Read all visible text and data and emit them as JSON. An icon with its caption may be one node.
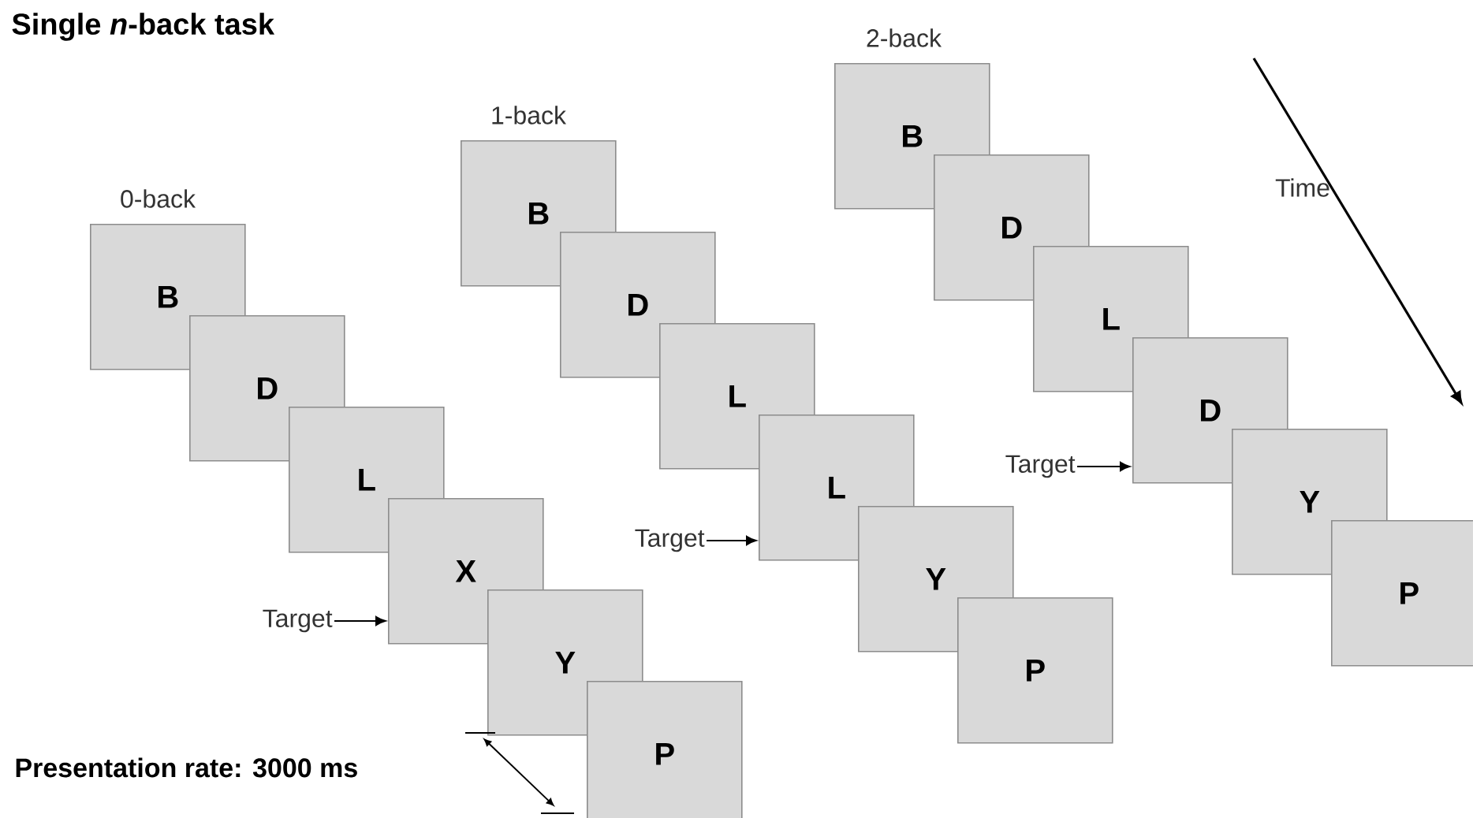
{
  "diagram": {
    "title": "Single *n*-back task",
    "nodes": [
      {
        "text": [
          "B"
        ]
      },
      {
        "text": [
          "D"
        ]
      },
      {
        "text": [
          "L"
        ]
      },
      {
        "text": [
          "X"
        ]
      },
      {
        "text": [
          "Y"
        ]
      },
      {
        "text": [
          "P"
        ]
      },
      {
        "text": [
          "B"
        ]
      },
      {
        "text": [
          "D"
        ]
      },
      {
        "text": [
          "L"
        ]
      },
      {
        "text": [
          "L"
        ]
      },
      {
        "text": [
          "Y"
        ]
      },
      {
        "text": [
          "P"
        ]
      },
      {
        "text": [
          "B"
        ]
      },
      {
        "text": [
          "D"
        ]
      },
      {
        "text": [
          "L"
        ]
      },
      {
        "text": [
          "D"
        ]
      },
      {
        "text": [
          "Y"
        ]
      },
      {
        "text": [
          "P"
        ]
      },
      {
        "text": [
          "Target"
        ]
      },
      {
        "text": [
          "Target"
        ]
      },
      {
        "text": [
          "Target"
        ]
      }
    ],
    "edges": [
      {
        "from": 18,
        "to": 3,
        "arrow": "to"
      },
      {
        "from": 19,
        "to": 9,
        "arrow": "to"
      },
      {
        "from": 20,
        "to": 15,
        "arrow": "to"
      }
    ],
    "labels": [
      "0-back",
      "1-back",
      "2-back",
      "Time",
      "Presentation rate: 3000 ms"
    ]
  }
}
